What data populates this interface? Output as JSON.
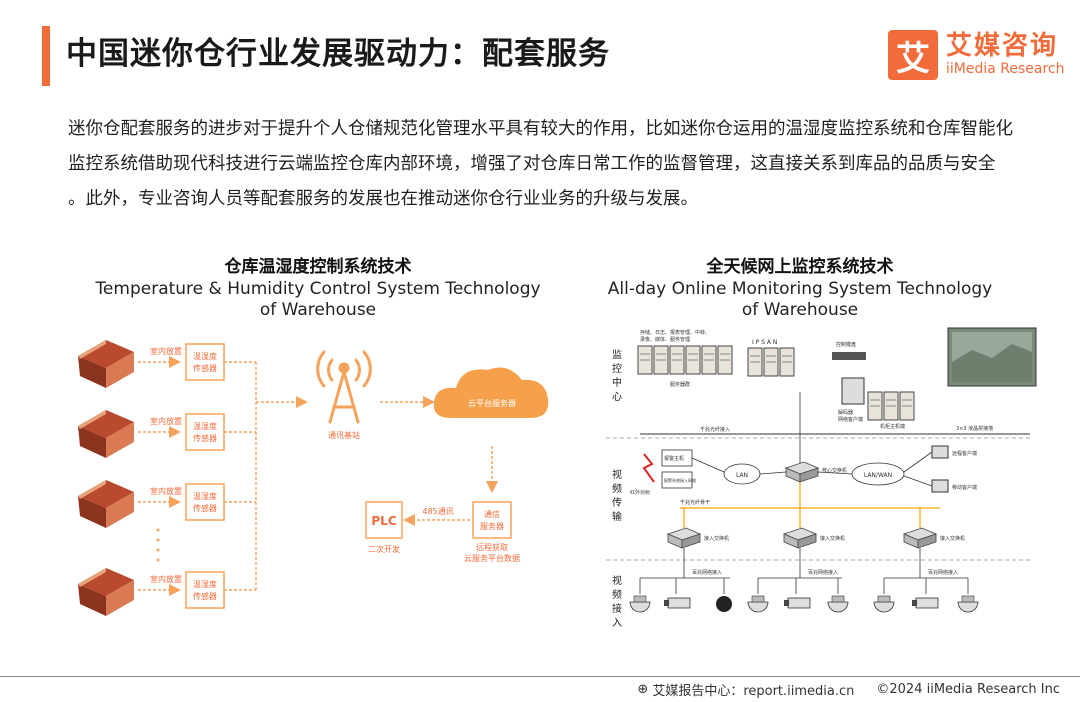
{
  "header": {
    "title": "中国迷你仓行业发展驱动力：配套服务",
    "logo_mark": "艾",
    "logo_cn": "艾媒咨询",
    "logo_en": "iiMedia Research"
  },
  "intro": {
    "text": "迷你仓配套服务的进步对于提升个人仓储规范化管理水平具有较大的作用，比如迷你仓运用的温湿度监控系统和仓库智能化监控系统借助现代科技进行云端监控仓库内部环境，增强了对仓库日常工作的监督管理，这直接关系到库品的品质与安全 。此外，专业咨询人员等配套服务的发展也在推动迷你仓行业业务的升级与发展。"
  },
  "left_panel": {
    "title_cn": "仓库温湿度控制系统技术",
    "title_en_1": "Temperature & Humidity Control System Technology",
    "title_en_2": "of Warehouse",
    "placement": "室内放置",
    "sensor_1": "温湿度",
    "sensor_2": "传感器",
    "station": "通讯基站",
    "cloud": "云平台服务器",
    "comm_1": "通信",
    "comm_2": "服务器",
    "remote_1": "远程获取",
    "remote_2": "云服务平台数据",
    "link_485": "485通讯",
    "plc": "PLC",
    "plc_sub": "二次开发"
  },
  "right_panel": {
    "title_cn": "全天候网上监控系统技术",
    "title_en_1": "All-day Online Monitoring System Technology",
    "title_en_2": "of Warehouse",
    "sec_monitor": [
      "监",
      "控",
      "中",
      "心"
    ],
    "sec_video_tx": [
      "视",
      "频",
      "传",
      "输"
    ],
    "sec_video_in": [
      "视",
      "频",
      "接",
      "入"
    ],
    "ipsan": "I P   S A N",
    "server_top": "存储、日志、报表管理、中转、",
    "server_top2": "录像、媒体、服务管理",
    "server_cap": "服务器群",
    "keyboard": "控制键盘",
    "decoder": "解码器",
    "client": "网络客户端",
    "pc": "机柜主机端",
    "screen": "3×3 液晶拼接墙",
    "gig_link": "千兆光纤接入",
    "alarm_host": "报警主机",
    "alarm_in": "报警系统接入网络",
    "ir": "红外对射",
    "lan": "LAN",
    "lanwan": "LAN/WAN",
    "core": "核心交换机",
    "remote_client": "远程客户端",
    "mobile_client": "移动客户端",
    "fiber": "千兆光纤骨干",
    "access_sw": "接入交换机",
    "hd_in": "百兆网络接入"
  },
  "footer": {
    "source": "艾媒报告中心：report.iimedia.cn",
    "copyright": "©2024  iiMedia Research  Inc"
  },
  "colors": {
    "accent": "#f26b3a",
    "orange_light": "#fbd2ad",
    "line": "#f5a25d"
  }
}
